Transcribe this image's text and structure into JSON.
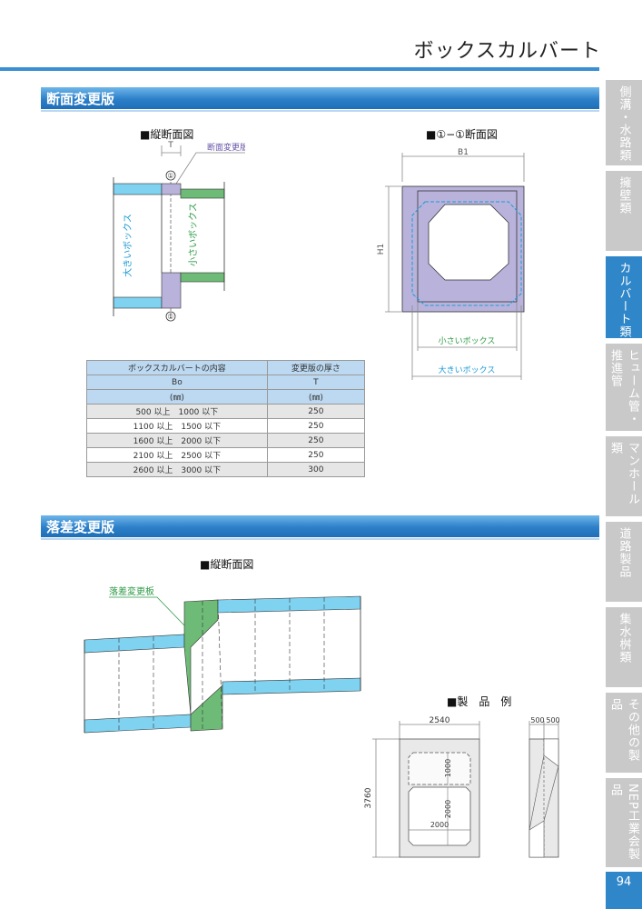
{
  "page_title": "ボックスカルバート",
  "section1": {
    "title": "断面変更版",
    "long_heading": "■縦断面図",
    "cross_heading": "■①−①断面図",
    "label_T": "T",
    "label_panel": "断面変更版",
    "mark": "①",
    "label_big_vertical": "大きいボックス",
    "label_small_vertical": "小さいボックス",
    "label_B1": "B1",
    "label_H1": "H1",
    "label_small_box": "小さいボックス",
    "label_big_box": "大きいボックス"
  },
  "table": {
    "col1_header": "ボックスカルバートの内容",
    "col2_header": "変更版の厚さ",
    "col1_symbol": "Bo",
    "col2_symbol": "T",
    "unit": "(㎜)",
    "rows": [
      {
        "range": "500 以上　1000 以下",
        "t": "250"
      },
      {
        "range": "1100 以上　1500 以下",
        "t": "250"
      },
      {
        "range": "1600 以上　2000 以下",
        "t": "250"
      },
      {
        "range": "2100 以上　2500 以下",
        "t": "250"
      },
      {
        "range": "2600 以上　3000 以下",
        "t": "300"
      }
    ]
  },
  "section2": {
    "title": "落差変更版",
    "long_heading": "■縦断面図",
    "label_panel": "落差変更板"
  },
  "product": {
    "heading": "■製　品　例",
    "dim_width": "2540",
    "dim_height": "3760",
    "dim_inner_h1": "1000",
    "dim_inner_h2": "2000",
    "dim_inner_w": "2000",
    "dim_side1": "500",
    "dim_side2": "500"
  },
  "side_tabs": [
    {
      "label": "側溝・水路類"
    },
    {
      "label": "擁壁類"
    },
    {
      "label": "カルバート類"
    },
    {
      "label": "ヒューム管・推進管"
    },
    {
      "label": "マンホール類"
    },
    {
      "label": "道路製品"
    },
    {
      "label": "集水桝類"
    },
    {
      "label": "その他の製品"
    },
    {
      "label": "NEP工業会製品"
    }
  ],
  "page_number": "94",
  "colors": {
    "accent_blue": "#2f86c8",
    "cyan_fill": "#7fd3f1",
    "green_fill": "#6dbb77",
    "lavender_fill": "#b9b3dc",
    "tab_gray": "#c9c9c9"
  }
}
